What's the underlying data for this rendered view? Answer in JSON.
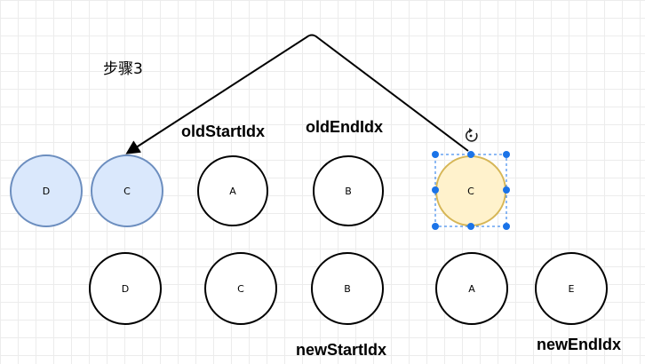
{
  "title": "步骤3",
  "labels": {
    "old_start": "oldStartIdx",
    "old_end": "oldEndIdx",
    "new_start": "newStartIdx",
    "new_end": "newEndIdx"
  },
  "old_row": [
    {
      "label": "D",
      "style": "moved"
    },
    {
      "label": "C",
      "style": "moved"
    },
    {
      "label": "A",
      "style": "normal"
    },
    {
      "label": "B",
      "style": "normal"
    },
    {
      "label": "C",
      "style": "selected"
    }
  ],
  "new_row": [
    {
      "label": "D"
    },
    {
      "label": "C"
    },
    {
      "label": "B"
    },
    {
      "label": "A"
    },
    {
      "label": "E"
    }
  ],
  "colors": {
    "moved_fill": "#dae8fc",
    "moved_stroke": "#6c8ebf",
    "selected_fill": "#fff2cc",
    "selected_stroke": "#d6b656",
    "handle": "#1a73e8",
    "grid": "#ececec"
  },
  "icons": {
    "rotate": "rotate-icon"
  }
}
